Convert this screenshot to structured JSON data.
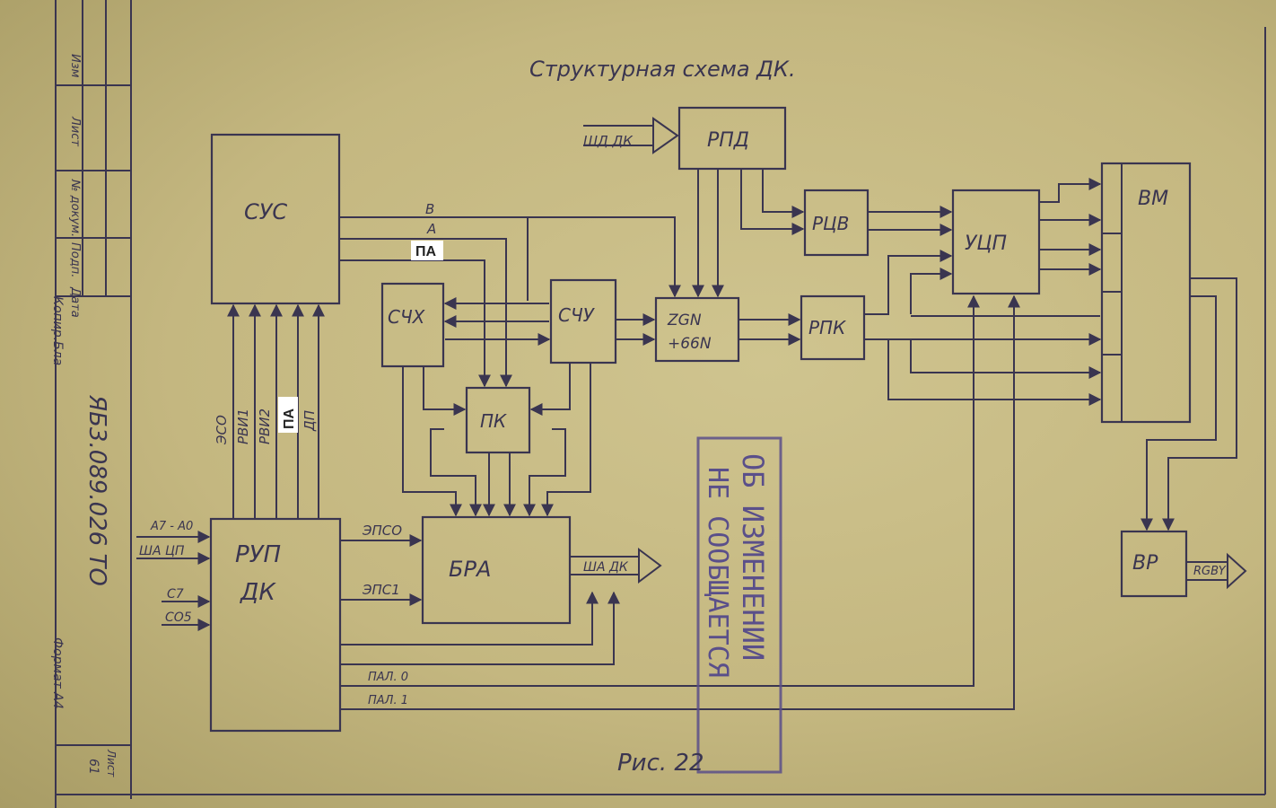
{
  "title": "Структурная схема ДК.",
  "figure": "Рис. 22",
  "doc_code": "ЯБ3.089.026 ТО",
  "side_labels": {
    "format": "Формат A4",
    "copy": "Копир.Бла",
    "sheet": "Лист",
    "sheet_no": "61",
    "columns": [
      "Изм",
      "Лист",
      "№ докум.",
      "Подп.",
      "Дата"
    ]
  },
  "blocks": {
    "sus": "СУС",
    "rpd": "РПД",
    "rcv": "РЦВ",
    "ucp": "УЦП",
    "vm": "ВМ",
    "schx": "СЧХ",
    "schu": "СЧУ",
    "sum_top": "ZGN",
    "sum_bot": "+66N",
    "rpk": "РПК",
    "pk": "ПК",
    "rup_1": "РУП",
    "rup_2": "ДК",
    "bra": "БРА",
    "vr": "ВР"
  },
  "signals": {
    "shd_dk": "ШД ДК",
    "b": "В",
    "a": "А",
    "pa_top": "ПА",
    "eso": "ЭСО",
    "rvi1": "РВИ1",
    "rvi2": "РВИ2",
    "pa_vert": "ПА",
    "dp": "ДП",
    "addr": "A7 - A0",
    "sha_cp": "ША ЦП",
    "c7": "С7",
    "co5": "СО5",
    "epso": "ЭПСО",
    "eps1": "ЭПС1",
    "sha_dk": "ША ДК",
    "pal0": "ПАЛ. 0",
    "pal1": "ПАЛ. 1",
    "rgby": "RGBY"
  },
  "stamp": {
    "line1": "ОБ ИЗМЕНЕНИИ",
    "line2": "НЕ СООБЩАЕТСЯ"
  }
}
